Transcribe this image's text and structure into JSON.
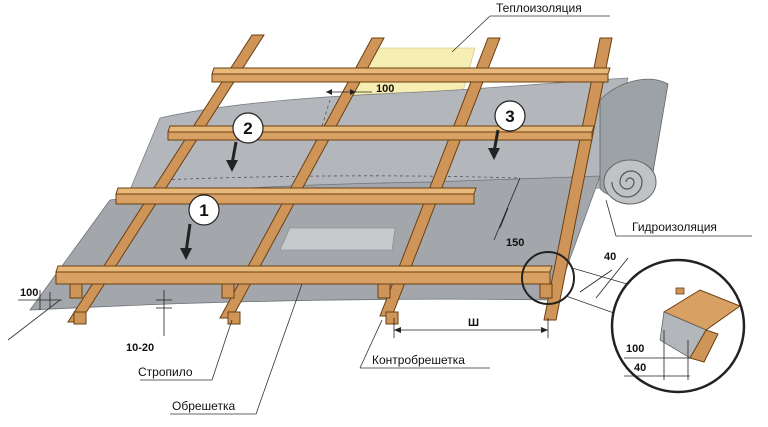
{
  "labels": {
    "insulation": "Теплоизоляция",
    "waterproofing": "Гидроизоляция",
    "rafter": "Стропило",
    "lathing": "Обрешетка",
    "counter_lathing": "Контробрешетка"
  },
  "dimensions": {
    "top_overlap": "100",
    "left_overlap": "100",
    "sag": "10-20",
    "side_overlap": "150",
    "spacing": "Ш",
    "right_gap": "40",
    "detail_100": "100",
    "detail_40": "40"
  },
  "steps": [
    "1",
    "2",
    "3"
  ],
  "colors": {
    "membrane": "#a9adb1",
    "insulation": "#f6eeb2",
    "wood": "#d9a063",
    "wood_edge": "#6a3f12"
  }
}
